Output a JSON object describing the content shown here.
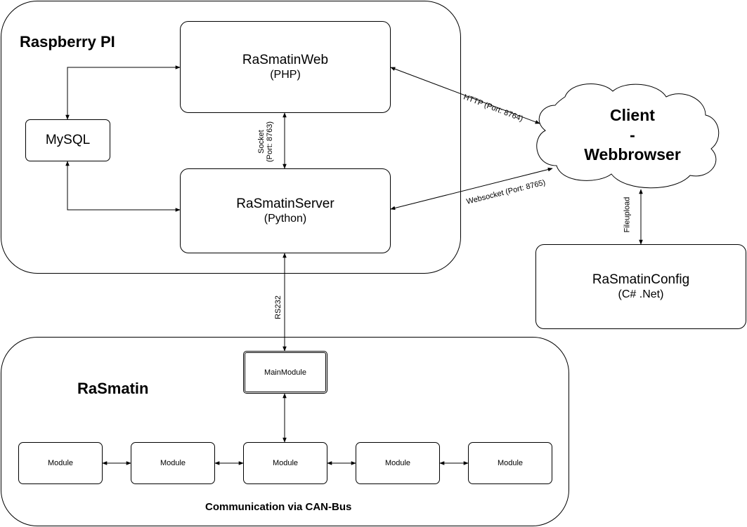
{
  "regions": {
    "raspberry": "Raspberry PI",
    "rasmatin": "RaSmatin"
  },
  "nodes": {
    "web": {
      "title": "RaSmatinWeb",
      "sub": "(PHP)"
    },
    "mysql": {
      "title": "MySQL"
    },
    "server": {
      "title": "RaSmatinServer",
      "sub": "(Python)"
    },
    "client": {
      "line1": "Client",
      "line2": "-",
      "line3": "Webbrowser"
    },
    "config": {
      "title": "RaSmatinConfig",
      "sub": "(C# .Net)"
    },
    "main_module": "MainModule",
    "modules": [
      "Module",
      "Module",
      "Module",
      "Module",
      "Module"
    ]
  },
  "edges": {
    "socket_line1": "Socket",
    "socket_line2": "(Port: 8763)",
    "http": "HTTP (Port: 8764)",
    "websocket": "Websocket (Port: 8765)",
    "fileupload": "Fileupload",
    "rs232": "RS232"
  },
  "caption": "Communication via CAN-Bus"
}
